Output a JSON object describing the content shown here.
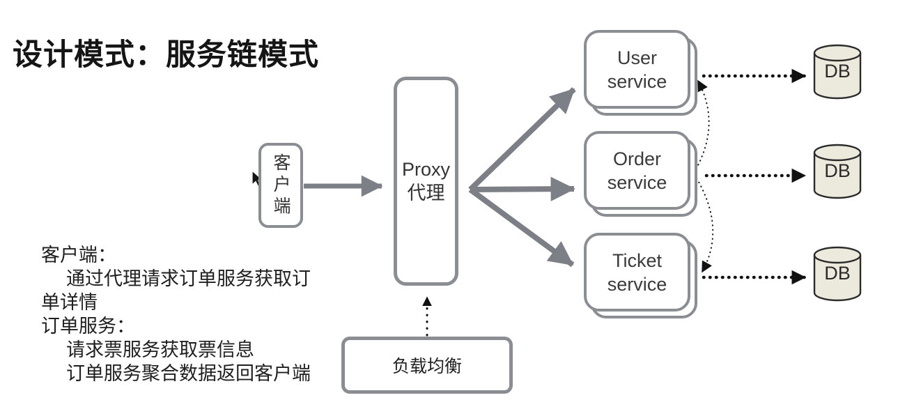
{
  "title": "设计模式：服务链模式",
  "diagram": {
    "client": {
      "label": "客户端"
    },
    "proxy": {
      "label_en": "Proxy",
      "label_zh": "代理"
    },
    "services": [
      {
        "label": "User\nservice"
      },
      {
        "label": "Order\nservice"
      },
      {
        "label": "Ticket\nservice"
      }
    ],
    "databases": [
      {
        "label": "DB"
      },
      {
        "label": "DB"
      },
      {
        "label": "DB"
      }
    ],
    "load_balancer": {
      "label": "负载均衡"
    }
  },
  "notes": {
    "lines": [
      "客户端：",
      "通过代理请求订单服务获取订",
      "单详情",
      "订单服务：",
      "请求票服务获取票信息",
      "订单服务聚合数据返回客户端"
    ]
  },
  "colors": {
    "connector_gray": "#7c8086",
    "box_border": "#8a8d92",
    "db_fill": "#ece9dd",
    "dotted_black": "#111111"
  }
}
